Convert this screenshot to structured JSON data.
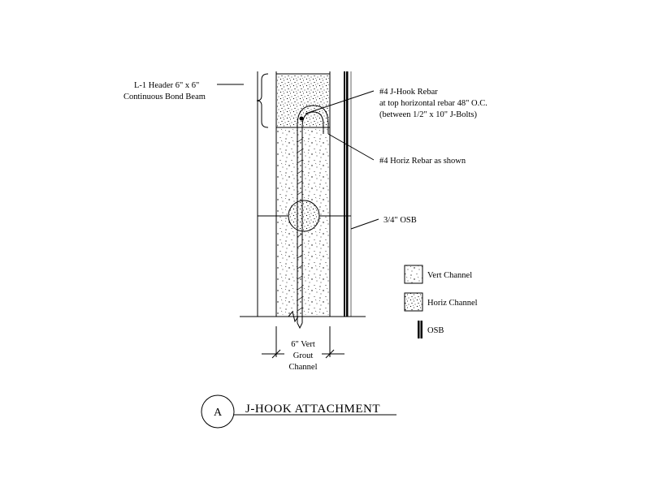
{
  "callouts": {
    "header_line1": "L-1 Header  6\" x 6\"",
    "header_line2": "Continuous Bond Beam",
    "jhook_line1": "#4 J-Hook Rebar",
    "jhook_line2": "at top horizontal rebar 48\" O.C.",
    "jhook_line3": "(between 1/2\" x 10\" J-Bolts)",
    "horiz_rebar": "#4 Horiz Rebar as shown",
    "osb": "3/4\" OSB"
  },
  "dimension": {
    "line1": "6\" Vert",
    "line2": "Grout",
    "line3": "Channel"
  },
  "legend": {
    "vert_channel": "Vert Channel",
    "horiz_channel": "Horiz Channel",
    "osb": "OSB"
  },
  "title": {
    "mark": "A",
    "text": "J-HOOK ATTACHMENT"
  },
  "colors": {
    "ink": "#000000",
    "paper": "#ffffff"
  }
}
